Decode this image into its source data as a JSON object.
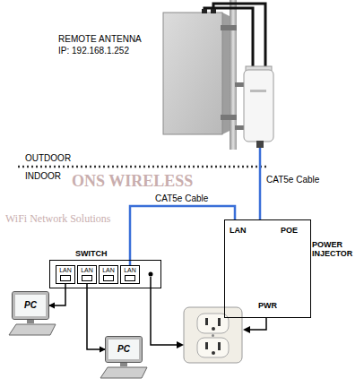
{
  "diagram": {
    "nodes": [
      {
        "text": [
          "REMOTE ANTENNA",
          "IP: 192.168.1.252"
        ]
      },
      {
        "text": [
          "LAN",
          "POE",
          "POWER INJECTOR",
          "PWR"
        ]
      },
      {
        "text": [
          "SWITCH"
        ]
      },
      {
        "text": [
          "LAN"
        ],
        "in": 2
      },
      {
        "text": [
          "LAN"
        ],
        "in": 2
      },
      {
        "text": [
          "LAN"
        ],
        "in": 2
      },
      {
        "text": [
          "LAN"
        ],
        "in": 2
      },
      {
        "text": [
          "PC"
        ]
      },
      {
        "text": [
          "PC"
        ]
      }
    ],
    "edges": [
      {
        "from": 0,
        "to": 1,
        "arrow": "none",
        "label": "CAT5e Cable"
      },
      {
        "from": 1,
        "to": 6,
        "arrow": "none",
        "label": "CAT5e Cable"
      },
      {
        "from": 3,
        "to": 7,
        "arrow": "to"
      },
      {
        "from": 4,
        "to": 8,
        "arrow": "to"
      }
    ],
    "labels": [
      "OUTDOOR",
      "INDOOR",
      "ONS WIRELESS",
      "WiFi Network Solutions"
    ]
  }
}
